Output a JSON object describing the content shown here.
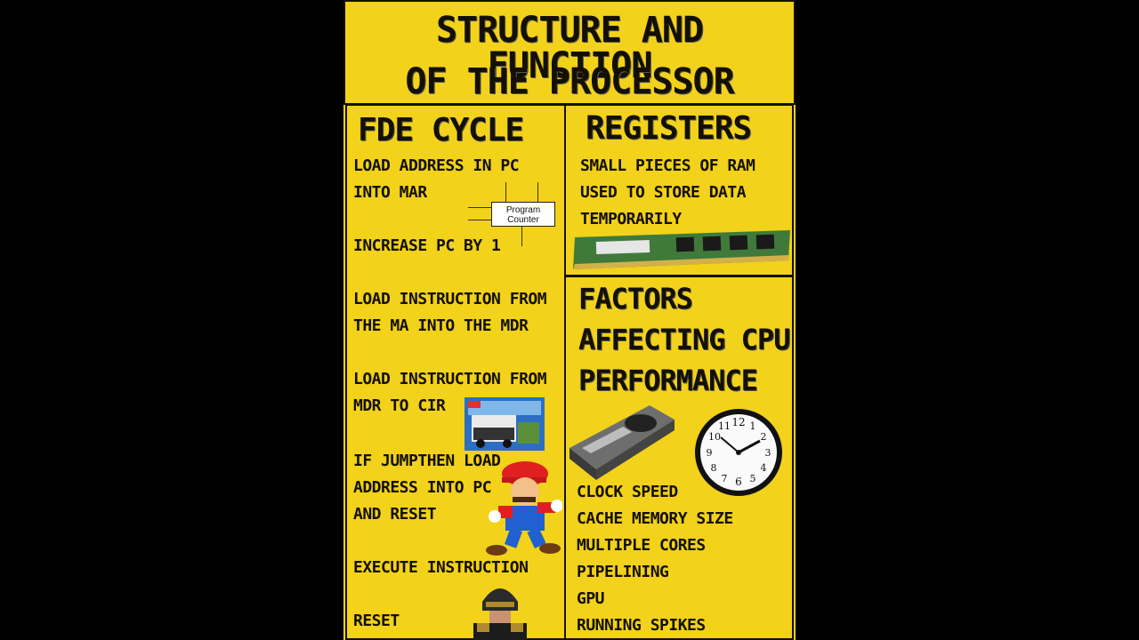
{
  "title": {
    "line1": "STRUCTURE AND FUNCTION",
    "line2": "OF THE PROCESSOR"
  },
  "fde": {
    "heading": "FDE CYCLE",
    "lines": [
      "LOAD ADDRESS IN PC",
      "INTO MAR",
      "INCREASE PC BY 1",
      "LOAD INSTRUCTION FROM",
      "THE MA INTO THE MDR",
      "LOAD INSTRUCTION FROM",
      "MDR TO CIR",
      "IF JUMPTHEN LOAD",
      "ADDRESS INTO PC",
      "AND RESET",
      "EXECUTE INSTRUCTION",
      "RESET"
    ],
    "diagram": {
      "label": "Program Counter"
    }
  },
  "registers": {
    "heading": "REGISTERS",
    "lines": [
      "SMALL PIECES OF RAM",
      "USED TO STORE DATA",
      "TEMPORARILY"
    ]
  },
  "factors": {
    "heading_lines": [
      "FACTORS",
      "AFFECTING CPU",
      "PERFORMANCE"
    ],
    "items": [
      "CLOCK SPEED",
      "CACHE MEMORY SIZE",
      "MULTIPLE CORES",
      "PIPELINING",
      "GPU",
      "RUNNING SPIKES"
    ],
    "clock_numbers": [
      "12",
      "1",
      "2",
      "3",
      "4",
      "5",
      "6",
      "7",
      "8",
      "9",
      "10",
      "11"
    ]
  },
  "colors": {
    "poster": "#f2d21a",
    "ink": "#141000",
    "background": "#000000"
  }
}
